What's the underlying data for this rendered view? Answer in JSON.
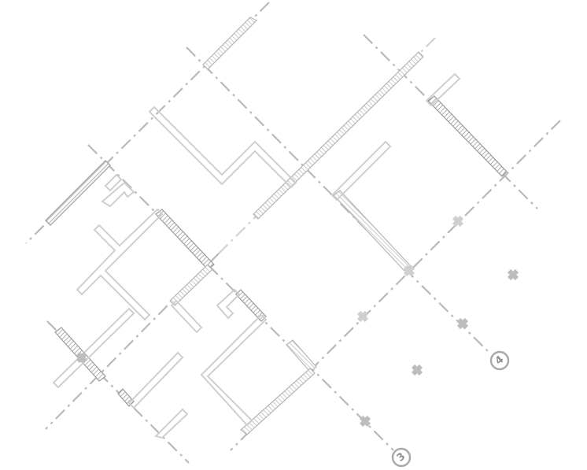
{
  "grid_labels": [
    {
      "id": "label-3",
      "text": "3"
    },
    {
      "id": "label-4",
      "text": "4"
    }
  ],
  "colors": {
    "axis": "#b9b9b9",
    "wall": "#cfcfcf",
    "hatch": "#9a9a9a",
    "column": "#bdbdbd",
    "background": "#ffffff"
  }
}
